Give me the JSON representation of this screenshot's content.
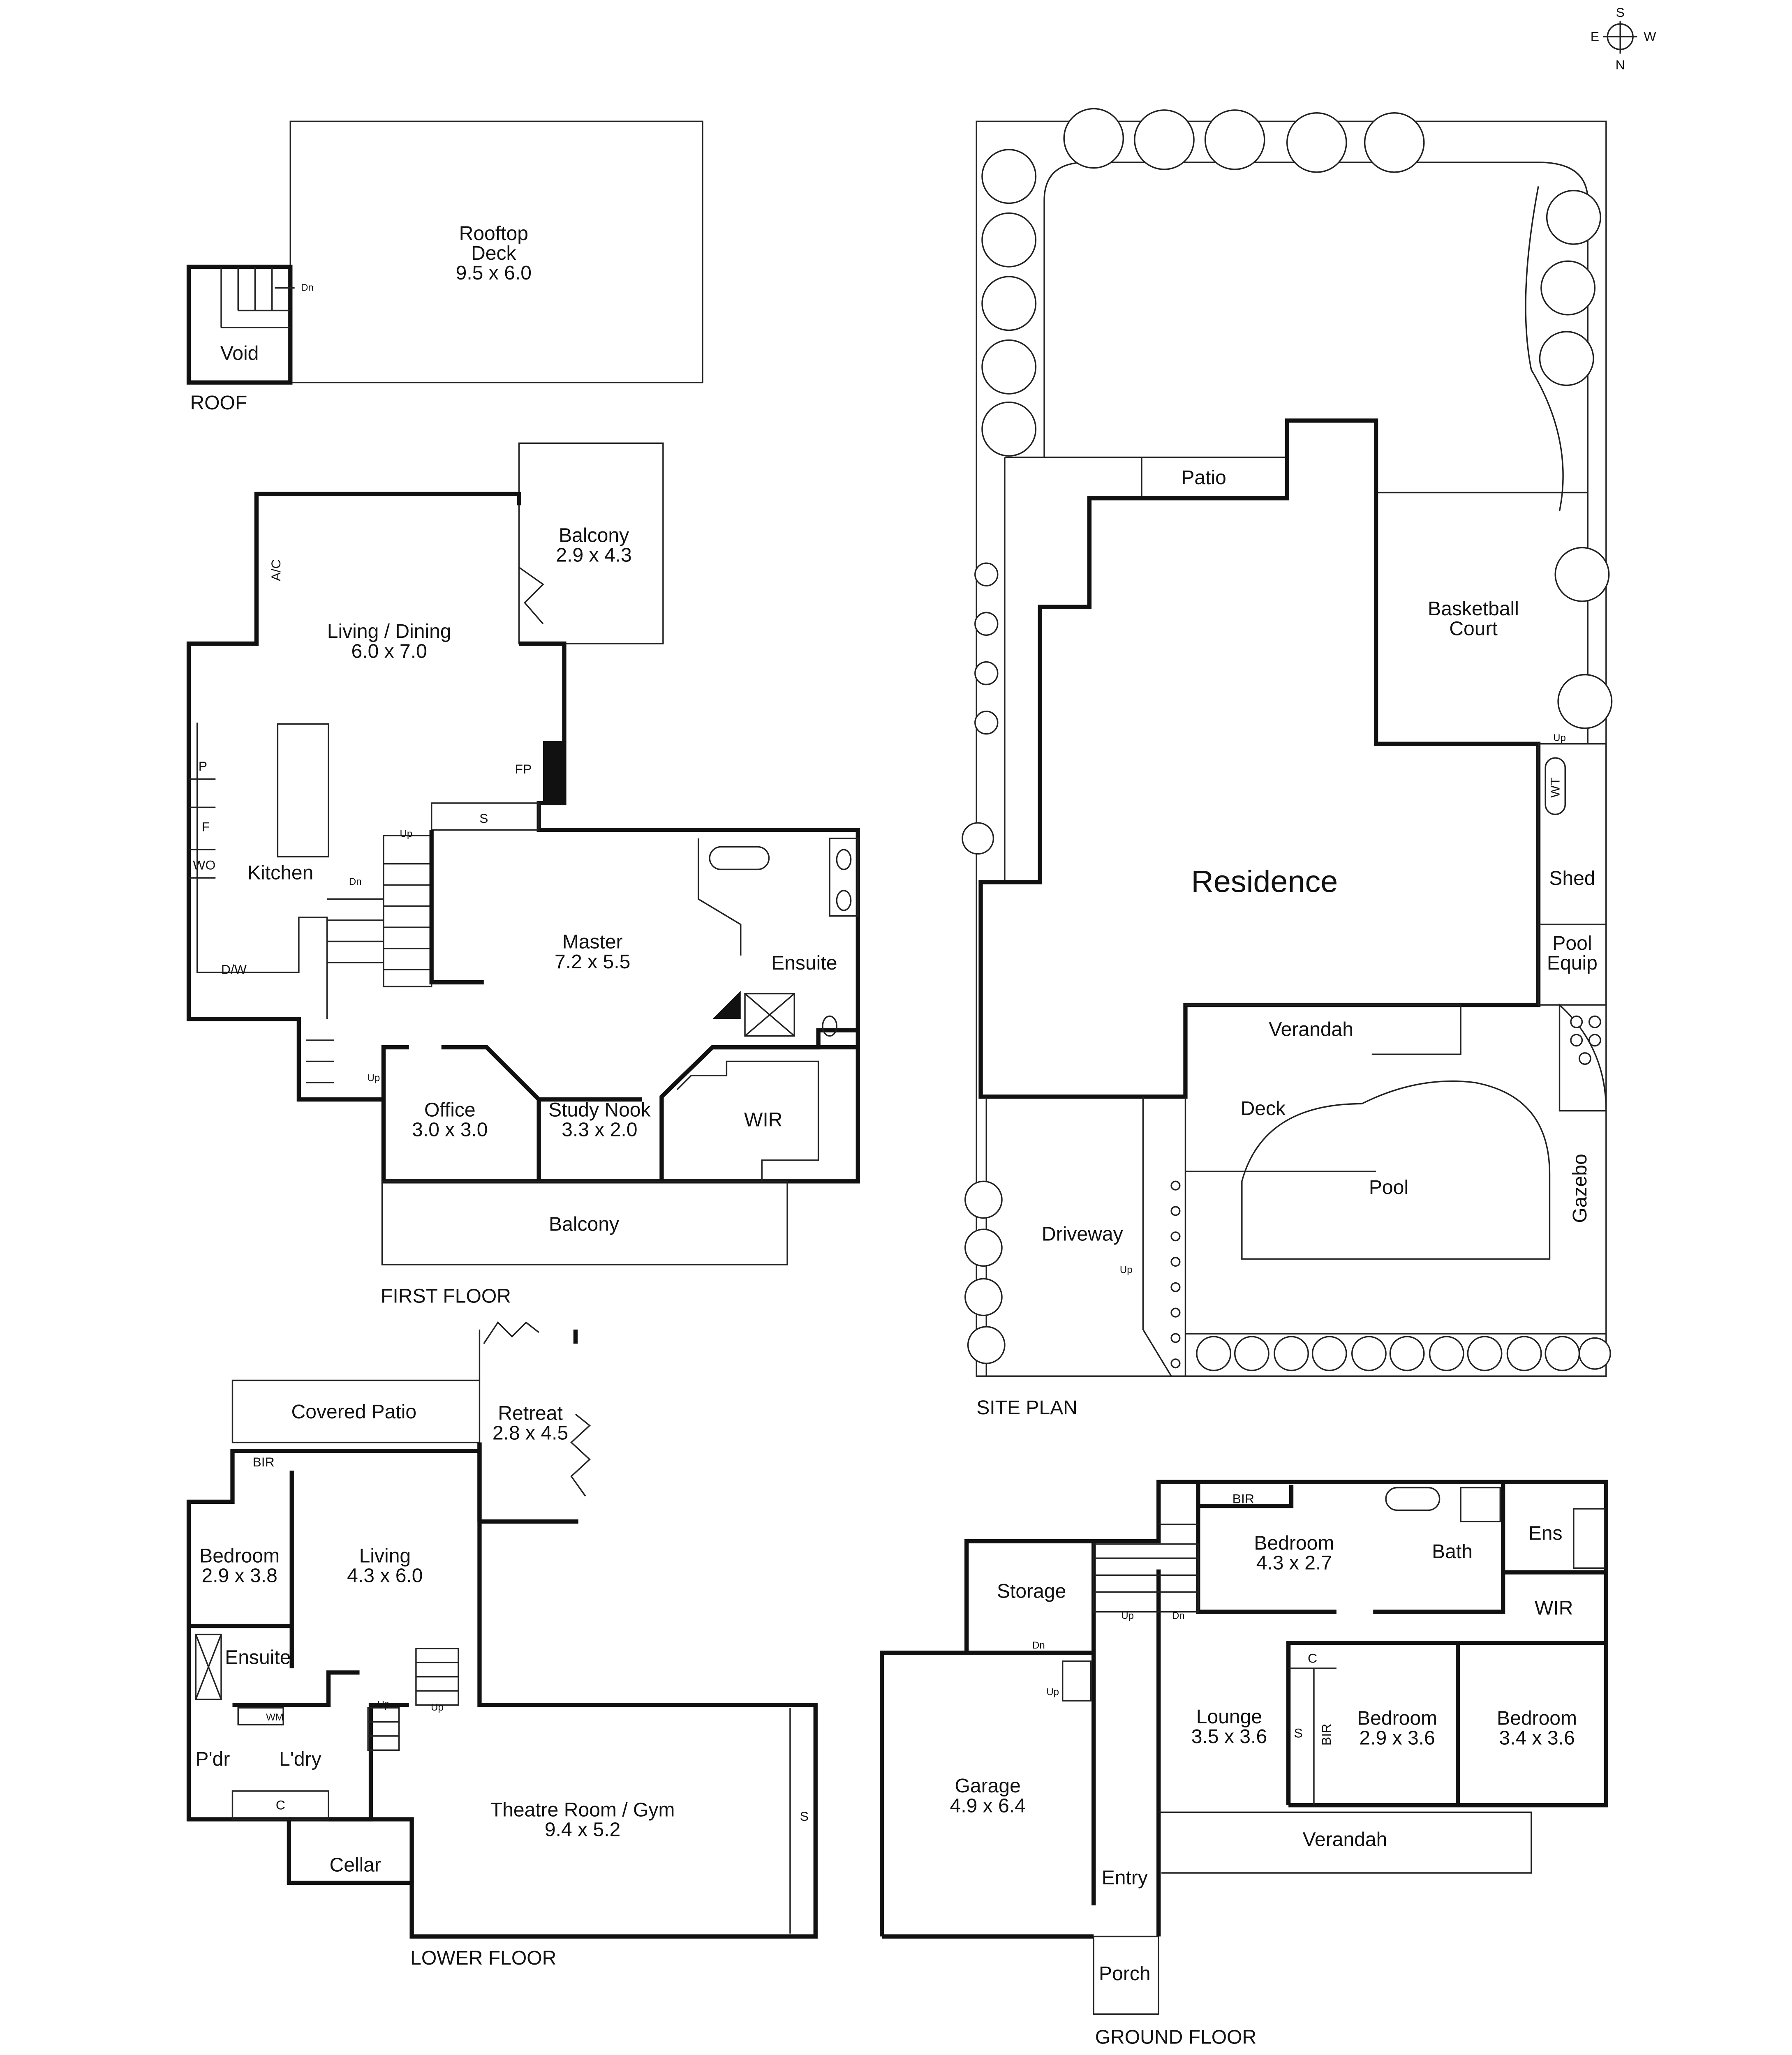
{
  "compass": {
    "s": "S",
    "e": "E",
    "w": "W",
    "n": "N"
  },
  "roof": {
    "title": "ROOF",
    "deck_name": "Rooftop",
    "deck_name2": "Deck",
    "deck_size": "9.5 x 6.0",
    "dn": "Dn",
    "void": "Void"
  },
  "first_floor": {
    "title": "FIRST FLOOR",
    "balcony_top": "Balcony",
    "balcony_top_size": "2.9 x 4.3",
    "ac": "A/C",
    "living": "Living / Dining",
    "living_size": "6.0 x 7.0",
    "p": "P",
    "f": "F",
    "wo": "WO",
    "kitchen": "Kitchen",
    "dw": "D/W",
    "fp": "FP",
    "s": "S",
    "up": "Up",
    "dn": "Dn",
    "up2": "Up",
    "master": "Master",
    "master_size": "7.2 x 5.5",
    "ensuite": "Ensuite",
    "office": "Office",
    "office_size": "3.0 x 3.0",
    "study": "Study Nook",
    "study_size": "3.3 x 2.0",
    "wir": "WIR",
    "balcony_bottom": "Balcony"
  },
  "site_plan": {
    "title": "SITE PLAN",
    "patio": "Patio",
    "court": "Basketball",
    "court2": "Court",
    "residence": "Residence",
    "up": "Up",
    "wt": "WT",
    "shed": "Shed",
    "pool_equip": "Pool",
    "pool_equip2": "Equip",
    "verandah": "Verandah",
    "deck": "Deck",
    "pool": "Pool",
    "gazebo": "Gazebo",
    "driveway": "Driveway",
    "up2": "Up"
  },
  "lower_floor": {
    "title": "LOWER FLOOR",
    "covered_patio": "Covered Patio",
    "retreat": "Retreat",
    "retreat_size": "2.8 x 4.5",
    "bir": "BIR",
    "bedroom": "Bedroom",
    "bedroom_size": "2.9 x 3.8",
    "living": "Living",
    "living_size": "4.3 x 6.0",
    "ensuite": "Ensuite",
    "wm": "WM",
    "pdr": "P'dr",
    "ldry": "L'dry",
    "c": "C",
    "up": "Up",
    "up2": "Up",
    "theatre": "Theatre Room / Gym",
    "theatre_size": "9.4 x 5.2",
    "s": "S",
    "cellar": "Cellar"
  },
  "ground_floor": {
    "title": "GROUND FLOOR",
    "bir": "BIR",
    "bedroom1": "Bedroom",
    "bedroom1_size": "4.3 x 2.7",
    "bath": "Bath",
    "ens": "Ens",
    "wir": "WIR",
    "storage": "Storage",
    "dn": "Dn",
    "up": "Up",
    "up_stair": "Up",
    "dn_stair": "Dn",
    "c": "C",
    "s": "S",
    "bir2": "BIR",
    "bedroom2": "Bedroom",
    "bedroom2_size": "2.9 x 3.6",
    "bedroom3": "Bedroom",
    "bedroom3_size": "3.4 x 3.6",
    "lounge": "Lounge",
    "lounge_size": "3.5 x 3.6",
    "garage": "Garage",
    "garage_size": "4.9 x 6.4",
    "verandah": "Verandah",
    "entry": "Entry",
    "porch": "Porch"
  }
}
